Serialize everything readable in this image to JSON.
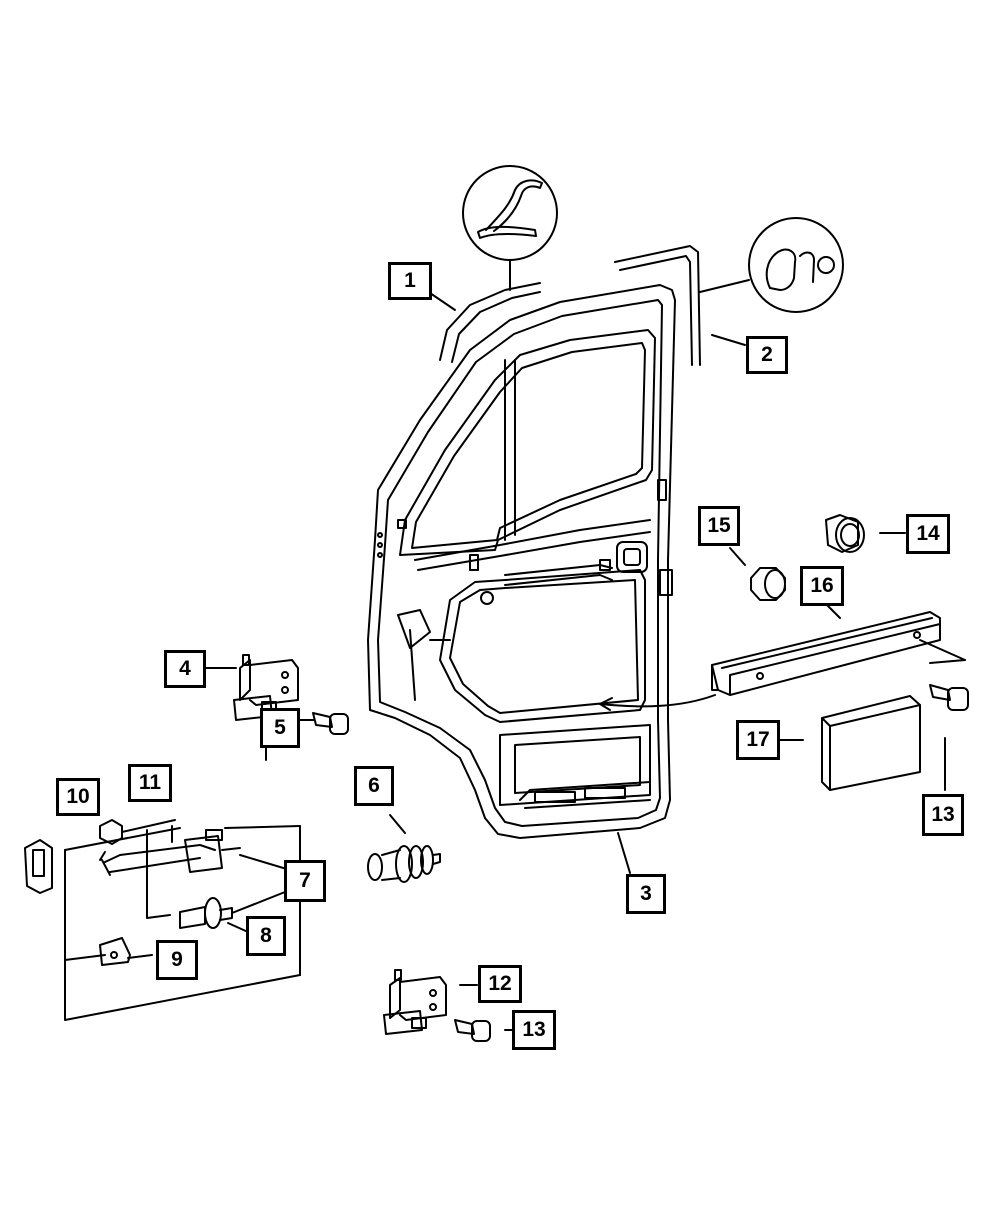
{
  "callouts": [
    {
      "id": "1",
      "label": "1"
    },
    {
      "id": "2",
      "label": "2"
    },
    {
      "id": "3",
      "label": "3"
    },
    {
      "id": "4",
      "label": "4"
    },
    {
      "id": "5",
      "label": "5"
    },
    {
      "id": "6",
      "label": "6"
    },
    {
      "id": "7",
      "label": "7"
    },
    {
      "id": "8",
      "label": "8"
    },
    {
      "id": "9",
      "label": "9"
    },
    {
      "id": "10",
      "label": "10"
    },
    {
      "id": "11",
      "label": "11"
    },
    {
      "id": "12",
      "label": "12"
    },
    {
      "id": "13a",
      "label": "13"
    },
    {
      "id": "13b",
      "label": "13"
    },
    {
      "id": "14",
      "label": "14"
    },
    {
      "id": "15",
      "label": "15"
    },
    {
      "id": "16",
      "label": "16"
    },
    {
      "id": "17",
      "label": "17"
    }
  ],
  "colors": {
    "line": "#000000",
    "background": "#ffffff"
  }
}
